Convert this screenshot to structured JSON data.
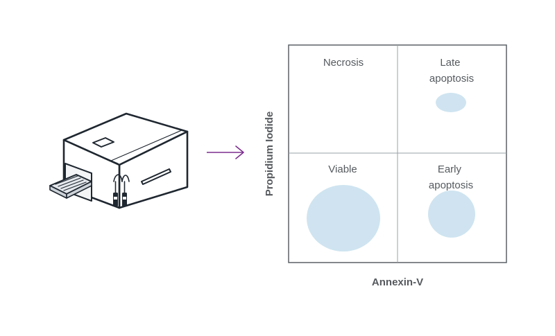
{
  "diagram": {
    "instrument_icon": "flow-cytometer-instrument-icon",
    "arrow_icon": "arrow-right-icon",
    "arrow_color": "#7b2d8e",
    "population_color": "#cfe4f0",
    "quadrants": {
      "top_left": {
        "lines": [
          "Necrosis"
        ]
      },
      "top_right": {
        "lines": [
          "Late",
          "apoptosis"
        ]
      },
      "bottom_left": {
        "lines": [
          "Viable"
        ]
      },
      "bottom_right": {
        "lines": [
          "Early",
          "apoptosis"
        ]
      }
    },
    "x_axis_label": "Annexin-V",
    "y_axis_label": "Propidium Iodide"
  }
}
